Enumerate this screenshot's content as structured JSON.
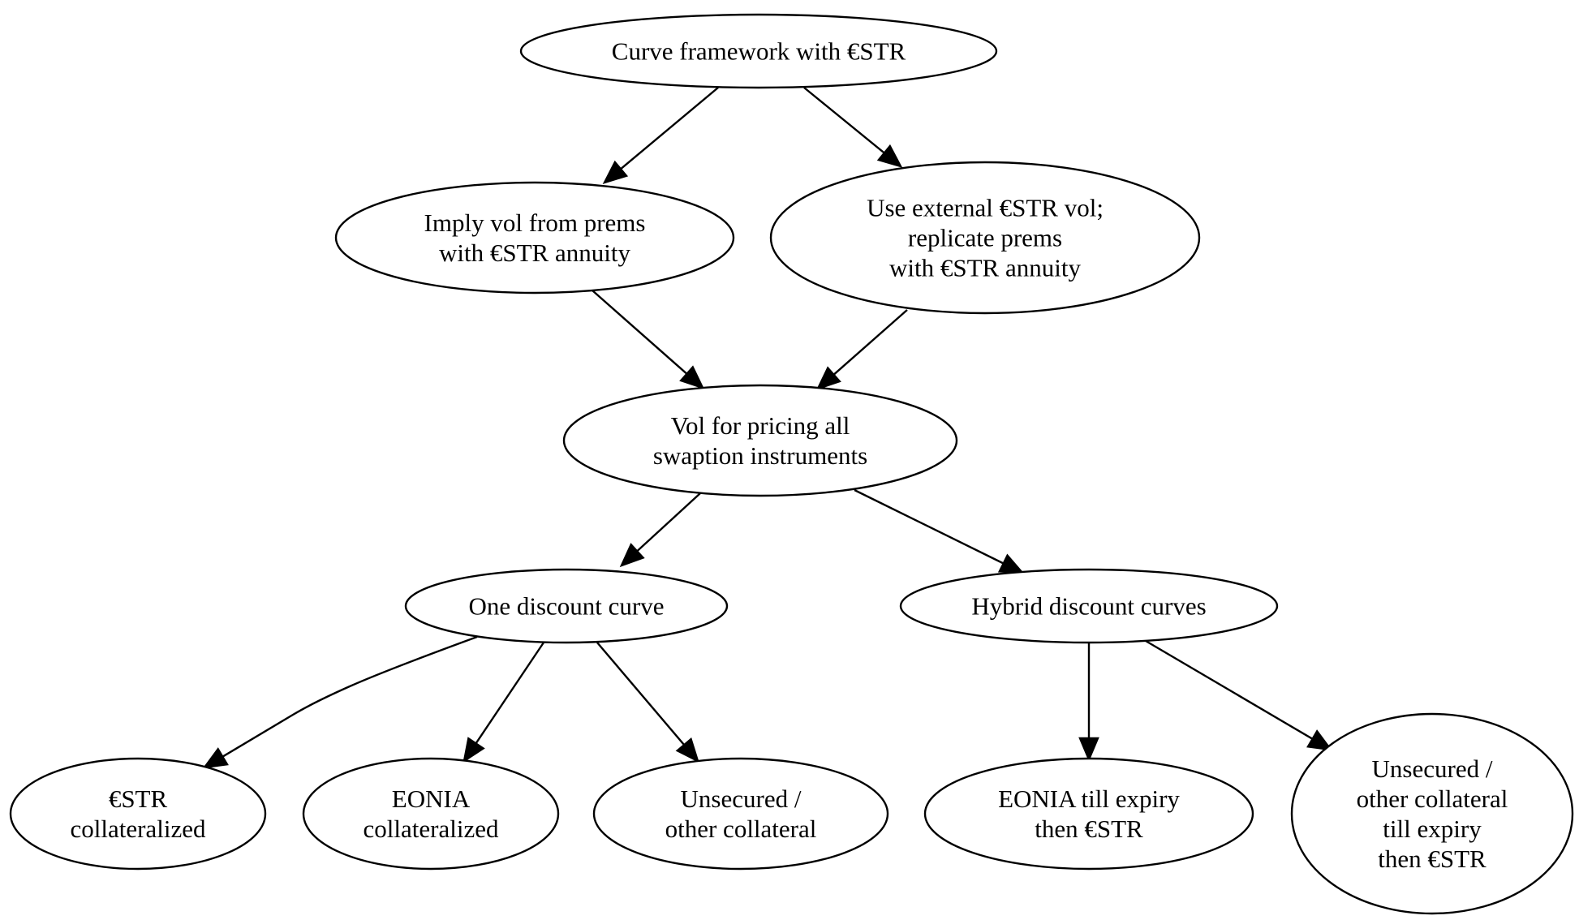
{
  "nodes": [
    {
      "id": "framework",
      "lines": [
        "Curve framework with €STR"
      ]
    },
    {
      "id": "imply_vol",
      "lines": [
        "Imply vol from prems",
        "with €STR annuity"
      ]
    },
    {
      "id": "external_vol",
      "lines": [
        "Use external €STR vol;",
        "replicate prems",
        "with €STR annuity"
      ]
    },
    {
      "id": "vol_pricing",
      "lines": [
        "Vol for pricing all",
        "swaption instruments"
      ]
    },
    {
      "id": "one_discount",
      "lines": [
        "One discount curve"
      ]
    },
    {
      "id": "hybrid_discount",
      "lines": [
        "Hybrid discount curves"
      ]
    },
    {
      "id": "estr_coll",
      "lines": [
        "€STR",
        "collateralized"
      ]
    },
    {
      "id": "eonia_coll",
      "lines": [
        "EONIA",
        "collateralized"
      ]
    },
    {
      "id": "unsecured",
      "lines": [
        "Unsecured /",
        "other collateral"
      ]
    },
    {
      "id": "eonia_till",
      "lines": [
        "EONIA till expiry",
        "then €STR"
      ]
    },
    {
      "id": "unsecured_till",
      "lines": [
        "Unsecured /",
        "other collateral",
        "till expiry",
        "then €STR"
      ]
    }
  ],
  "edges": [
    {
      "from": "framework",
      "to": "imply_vol"
    },
    {
      "from": "framework",
      "to": "external_vol"
    },
    {
      "from": "imply_vol",
      "to": "vol_pricing"
    },
    {
      "from": "external_vol",
      "to": "vol_pricing"
    },
    {
      "from": "vol_pricing",
      "to": "one_discount"
    },
    {
      "from": "vol_pricing",
      "to": "hybrid_discount"
    },
    {
      "from": "one_discount",
      "to": "estr_coll"
    },
    {
      "from": "one_discount",
      "to": "eonia_coll"
    },
    {
      "from": "one_discount",
      "to": "unsecured"
    },
    {
      "from": "hybrid_discount",
      "to": "eonia_till"
    },
    {
      "from": "hybrid_discount",
      "to": "unsecured_till"
    }
  ]
}
